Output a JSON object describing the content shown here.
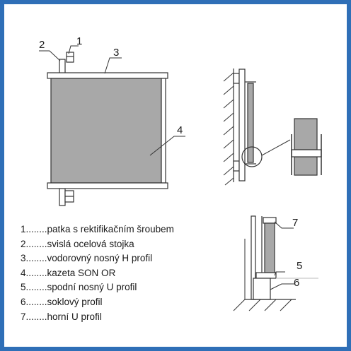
{
  "colors": {
    "frame": "#2f6fb7",
    "panel": "#ffffff",
    "cassette": "#a8a8a8",
    "line": "#333333"
  },
  "callouts": {
    "c1": "1",
    "c2": "2",
    "c3": "3",
    "c4": "4",
    "c5": "5",
    "c6": "6",
    "c7": "7"
  },
  "legend": [
    {
      "num": "1",
      "dots": "........",
      "text": "patka s rektifikačním šroubem"
    },
    {
      "num": "2",
      "dots": "........",
      "text": "svislá ocelová stojka"
    },
    {
      "num": "3",
      "dots": "........",
      "text": "vodorovný nosný H profil"
    },
    {
      "num": "4",
      "dots": "........",
      "text": "kazeta SON OR"
    },
    {
      "num": "5",
      "dots": "........",
      "text": "spodní nosný U profil"
    },
    {
      "num": "6",
      "dots": "........",
      "text": "soklový profil"
    },
    {
      "num": "7",
      "dots": "........",
      "text": "horní U profil"
    }
  ]
}
